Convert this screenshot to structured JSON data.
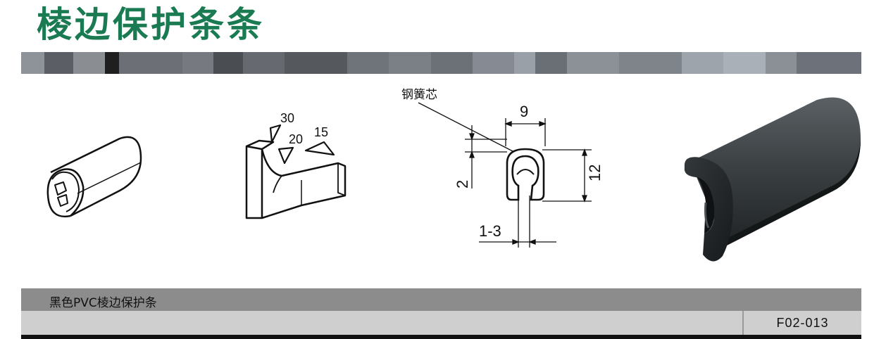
{
  "header": {
    "title": "棱边保护条条"
  },
  "stripe": {
    "colors": [
      "#8e939a",
      "#5b5f65",
      "#8a8e93",
      "#1f1f1f",
      "#6c7076",
      "#767a80",
      "#4a4d52",
      "#666a70",
      "#55585d",
      "#6f747b",
      "#7b8087",
      "#6c7178",
      "#868b93",
      "#9aa0a8",
      "#6a6f76",
      "#8c9198",
      "#7f848b",
      "#9ea4ac",
      "#aab0b8",
      "#8b9097",
      "#6d727a"
    ]
  },
  "figures": {
    "angles": {
      "label_30": "30",
      "label_20": "20",
      "label_15": "15"
    },
    "section": {
      "core_label": "钢簧芯",
      "dim_width": "9",
      "dim_height": "12",
      "dim_lip": "2",
      "dim_grip": "1-3"
    }
  },
  "product": {
    "description": "黑色PVC棱边保护条",
    "code": "F02-013"
  }
}
